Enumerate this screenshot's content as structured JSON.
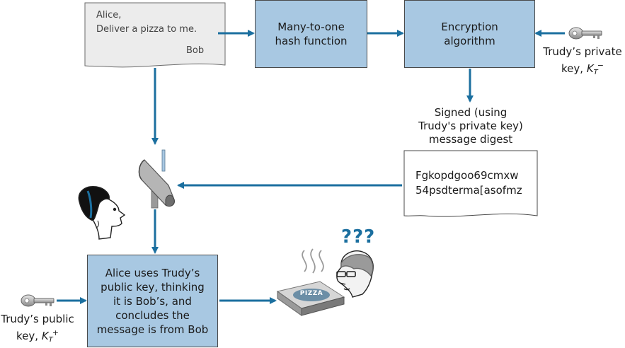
{
  "message_doc": {
    "greeting": "Alice,",
    "body": "Deliver a pizza to me.",
    "signature": "Bob"
  },
  "hash_box": {
    "line1": "Many-to-one",
    "line2": "hash function"
  },
  "encrypt_box": {
    "line1": "Encryption",
    "line2": "algorithm"
  },
  "trudy_private_key_label": {
    "line1": "Trudy’s private",
    "line2_prefix": "key, ",
    "key_letter": "K",
    "key_subscript": "T",
    "key_superscript": "−"
  },
  "signed_label": {
    "line1": "Signed (using",
    "line2": "Trudy's private key)",
    "line3": "message digest"
  },
  "digest_doc": {
    "line1": "Fgkopdgoo69cmxw",
    "line2": "54psdterma[asofmz"
  },
  "alice_box": {
    "line1": "Alice uses Trudy’s",
    "line2": "public key, thinking",
    "line3": "it is Bob’s, and",
    "line4": "concludes the",
    "line5": "message is from Bob"
  },
  "trudy_public_key_label": {
    "line1": "Trudy’s public",
    "line2_prefix": "key, ",
    "key_letter": "K",
    "key_subscript": "T",
    "key_superscript": "+"
  },
  "pizza_box_label": "PIZZA",
  "confusion_text": "???",
  "colors": {
    "box_fill": "#a8c8e2",
    "arrow": "#1b6f9f",
    "doc_fill": "#ececec"
  }
}
